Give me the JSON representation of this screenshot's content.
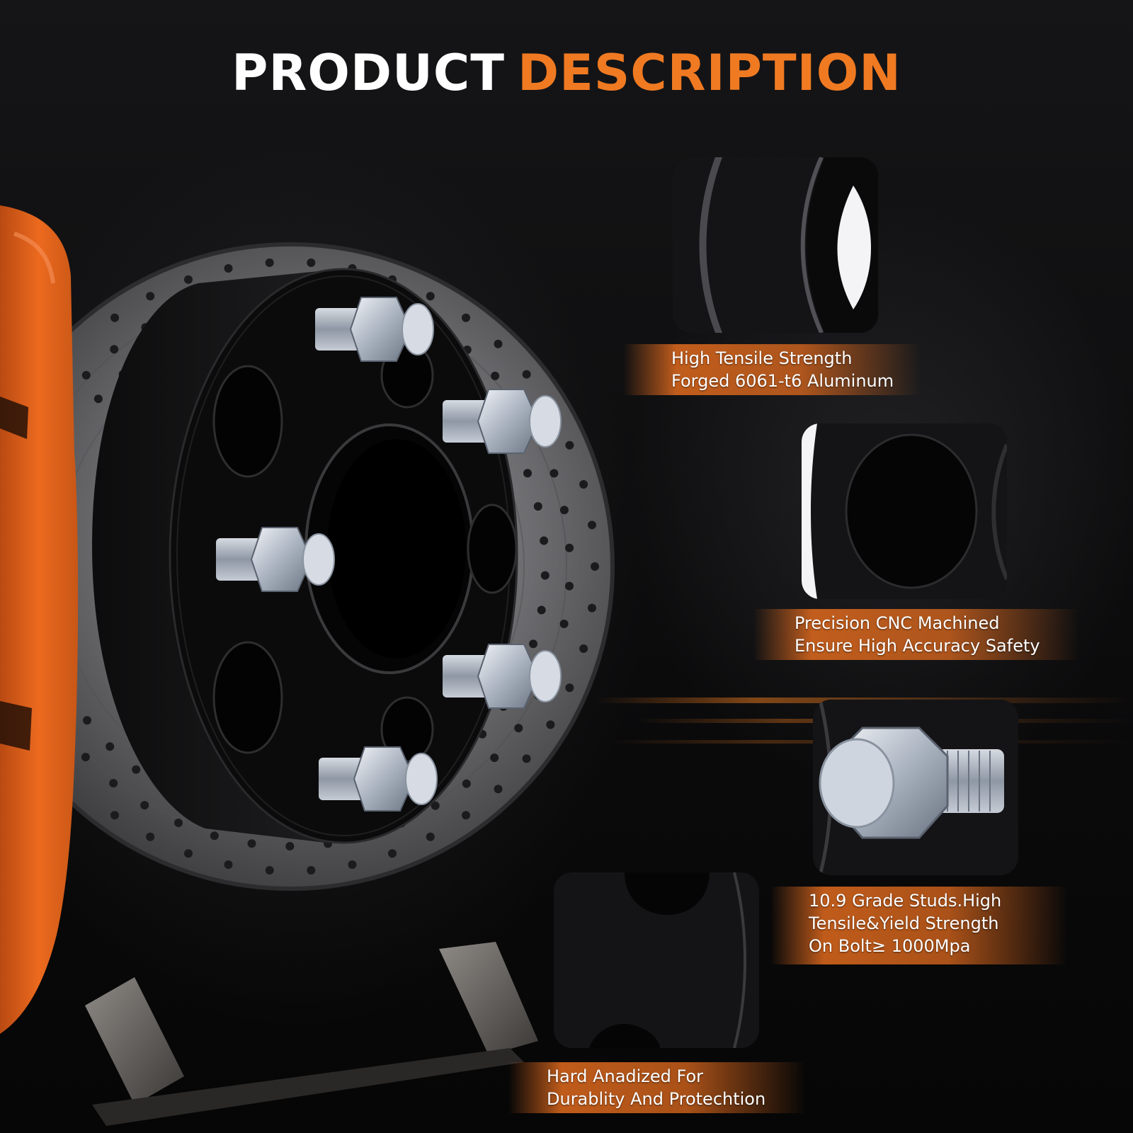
{
  "headline": {
    "word_white": "PRODUCT",
    "word_accent": "DESCRIPTION",
    "accent_color": "#f07a22"
  },
  "features": [
    {
      "line1": "High Tensile Strength",
      "line2": "Forged 6061-t6 Aluminum",
      "icon": "spacer-edge-closeup"
    },
    {
      "line1": "Precision CNC Machined",
      "line2": "Ensure High Accuracy Safety",
      "icon": "bore-hole-closeup"
    },
    {
      "line1": "10.9 Grade Studs.High",
      "line2": "Tensile&Yield Strength",
      "line3": "On Bolt≥ 1000Mpa",
      "icon": "lug-nut-closeup"
    },
    {
      "line1": "Hard Anadized For",
      "line2": "Durablity And Protechtion",
      "icon": "surface-closeup"
    }
  ],
  "colors": {
    "caliper": "#e8641c",
    "spacer": "#0c0c0d",
    "rotor": "#6a6a6d",
    "band": "#e06a1e"
  }
}
